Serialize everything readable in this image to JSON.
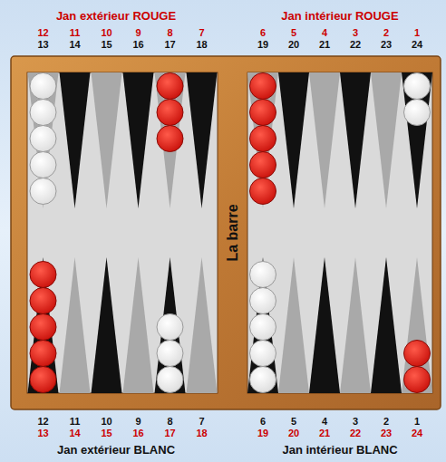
{
  "diagram": {
    "nodes": [
      {
        "text": [
          "La barre"
        ]
      }
    ],
    "labels": [
      "Jan extérieur ROUGE",
      "Jan intérieur ROUGE",
      "12",
      "11",
      "10",
      "9",
      "8",
      "7",
      "6",
      "5",
      "4",
      "3",
      "2",
      "1",
      "13",
      "14",
      "15",
      "16",
      "17",
      "18",
      "19",
      "20",
      "21",
      "22",
      "23",
      "24",
      "12",
      "11",
      "10",
      "9",
      "8",
      "7",
      "6",
      "5",
      "4",
      "3",
      "2",
      "1",
      "13",
      "14",
      "15",
      "16",
      "17",
      "18",
      "19",
      "20",
      "21",
      "22",
      "23",
      "24",
      "Jan extérieur BLANC",
      "Jan intérieur BLANC"
    ]
  }
}
